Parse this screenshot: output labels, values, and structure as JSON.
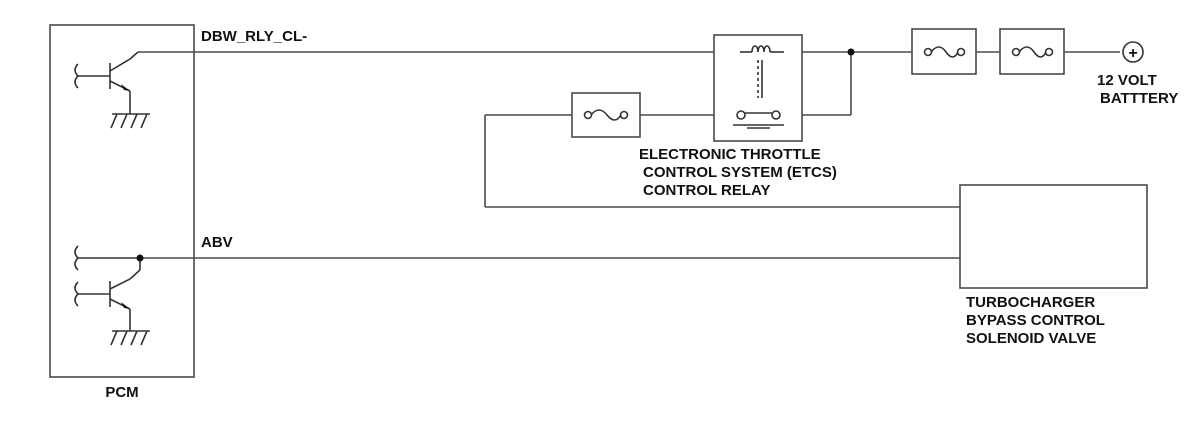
{
  "diagram": {
    "pcm_label": "PCM",
    "signals": {
      "dbw": "DBW_RLY_CL-",
      "abv": "ABV"
    },
    "relay_label": {
      "line1": "ELECTRONIC THROTTLE",
      "line2": "CONTROL SYSTEM (ETCS)",
      "line3": "CONTROL RELAY"
    },
    "battery_label": {
      "line1": "12 VOLT",
      "line2": "BATTTERY",
      "symbol": "+"
    },
    "solenoid_label": {
      "line1": "TURBOCHARGER",
      "line2": "BYPASS CONTROL",
      "line3": "SOLENOID VALVE"
    }
  }
}
